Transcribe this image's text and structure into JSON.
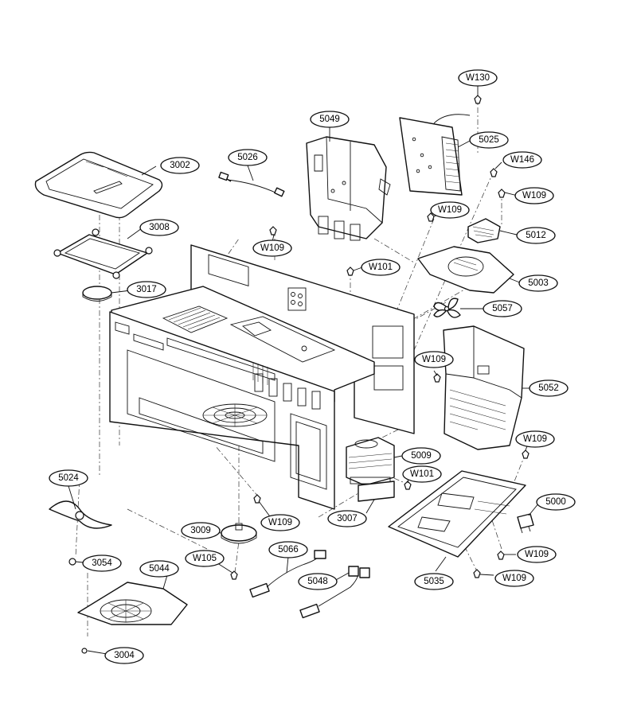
{
  "callouts": [
    {
      "id": "w130",
      "label": "W130"
    },
    {
      "id": "p5049",
      "label": "5049"
    },
    {
      "id": "p5025",
      "label": "5025"
    },
    {
      "id": "p5026",
      "label": "5026"
    },
    {
      "id": "w146",
      "label": "W146"
    },
    {
      "id": "p3002",
      "label": "3002"
    },
    {
      "id": "w109a",
      "label": "W109"
    },
    {
      "id": "w109b",
      "label": "W109"
    },
    {
      "id": "p3008",
      "label": "3008"
    },
    {
      "id": "p5012",
      "label": "5012"
    },
    {
      "id": "w109c",
      "label": "W109"
    },
    {
      "id": "w101a",
      "label": "W101"
    },
    {
      "id": "p5003",
      "label": "5003"
    },
    {
      "id": "p3017",
      "label": "3017"
    },
    {
      "id": "p5057",
      "label": "5057"
    },
    {
      "id": "w109d",
      "label": "W109"
    },
    {
      "id": "p5052",
      "label": "5052"
    },
    {
      "id": "w109e",
      "label": "W109"
    },
    {
      "id": "p5009",
      "label": "5009"
    },
    {
      "id": "p5024",
      "label": "5024"
    },
    {
      "id": "w101b",
      "label": "W101"
    },
    {
      "id": "p5000",
      "label": "5000"
    },
    {
      "id": "p3007",
      "label": "3007"
    },
    {
      "id": "w109f",
      "label": "W109"
    },
    {
      "id": "p3009",
      "label": "3009"
    },
    {
      "id": "p5066",
      "label": "5066"
    },
    {
      "id": "w105",
      "label": "W105"
    },
    {
      "id": "w109g",
      "label": "W109"
    },
    {
      "id": "p3054",
      "label": "3054"
    },
    {
      "id": "p5044",
      "label": "5044"
    },
    {
      "id": "p5048",
      "label": "5048"
    },
    {
      "id": "p5035",
      "label": "5035"
    },
    {
      "id": "w109h",
      "label": "W109"
    },
    {
      "id": "p3004",
      "label": "3004"
    }
  ]
}
